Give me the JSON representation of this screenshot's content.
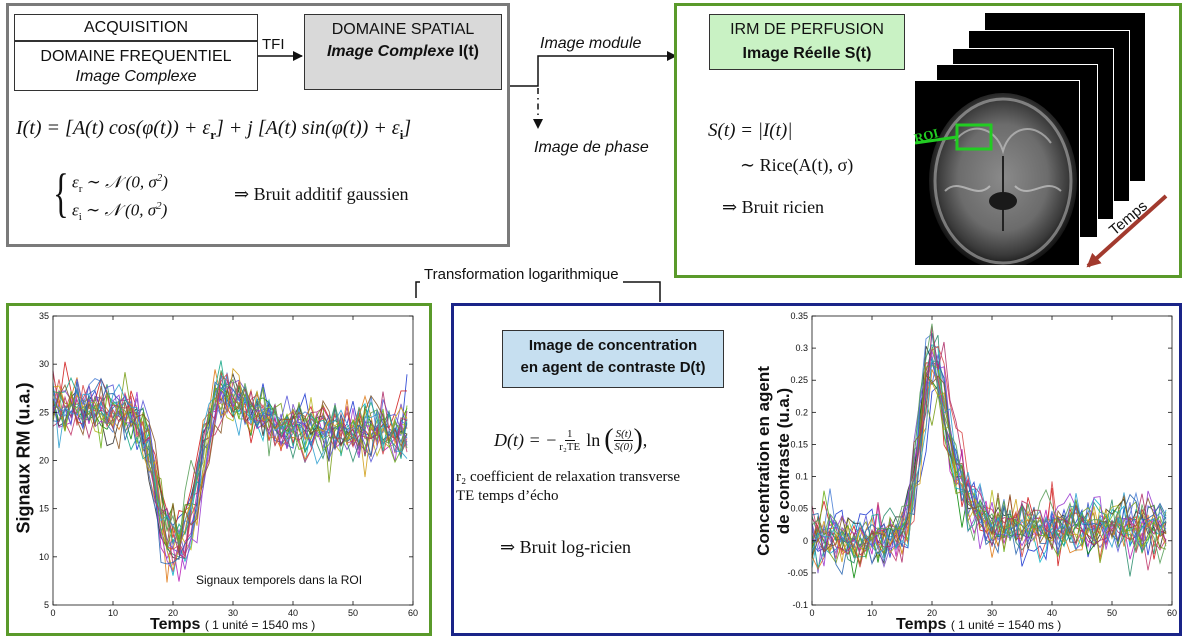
{
  "acquisition": {
    "header": "ACQUISITION",
    "freq_title": "DOMAINE FREQUENTIEL",
    "freq_subtitle": "Image Complexe",
    "tfi_label": "TFI",
    "spatial_title": "DOMAINE SPATIAL",
    "spatial_subtitle": "Image Complexe",
    "spatial_symbol": "I(t)",
    "equation_left": "I(t) = [A(t) cos(φ(t)) + ε",
    "equation_sub_r": "r",
    "equation_mid": "] + j [A(t) sin(φ(t)) + ε",
    "equation_sub_i": "i",
    "equation_end": "]",
    "noise_r": "ε",
    "noise_r_sub": "r",
    "noise_r_dist": "∼ 𝒩 (0, σ",
    "noise_i": "ε",
    "noise_i_sub": "i",
    "noise_i_dist": "∼ 𝒩 (0, σ",
    "noise_close": ")",
    "sup2": "2",
    "noise_conclusion": "⇒ Bruit additif gaussien"
  },
  "arrows": {
    "image_module": "Image module",
    "image_phase": "Image de phase",
    "log_transform": "Transformation logarithmique"
  },
  "perfusion": {
    "title": "IRM DE PERFUSION",
    "subtitle": "Image Réelle S(t)",
    "eq_line1": "S(t) = |I(t)|",
    "eq_line2": "∼ Rice(A(t), σ)",
    "conclusion": "⇒ Bruit ricien",
    "roi_label": "ROI",
    "temps_label": "Temps"
  },
  "signal_plot": {
    "ylabel": "Signaux RM (u.a.)",
    "xlabel": "Temps",
    "xlabel_unit": "( 1 unité = 1540 ms )",
    "annotation": "Signaux temporels dans la ROI"
  },
  "concentration": {
    "title_line1": "Image de concentration",
    "title_line2": "en agent de contraste D(t)",
    "eq_lhs": "D(t) = −",
    "eq_frac_num": "1",
    "eq_frac_den": "r₂TE",
    "eq_ln": "ln",
    "eq_inner_num": "S(t)",
    "eq_inner_den": "S(0)",
    "eq_tail": ",",
    "note1": "r₂ coefficient de relaxation transverse",
    "note2": "TE temps d’écho",
    "conclusion": "⇒ Bruit log-ricien"
  },
  "conc_plot": {
    "ylabel_line1": "Concentration en agent",
    "ylabel_line2": "de contraste (u.a.)",
    "xlabel": "Temps",
    "xlabel_unit": "( 1 unité = 1540 ms )"
  },
  "colors": {
    "gray_border": "#7a7a7a",
    "green_border": "#5a9a2a",
    "navy_border": "#1a2488",
    "green_fill": "#c9f2c4",
    "blue_fill": "#c6dff0",
    "gray_fill": "#d9d9d9",
    "roi_green": "#22cc22",
    "temps_arrow": "#a23a2e"
  },
  "chart_data": [
    {
      "type": "line",
      "title": "",
      "xlabel": "Temps ( 1 unité = 1540 ms )",
      "ylabel": "Signaux RM (u.a.)",
      "xlim": [
        0,
        60
      ],
      "ylim": [
        5,
        35
      ],
      "xticks": [
        0,
        10,
        20,
        30,
        40,
        50,
        60
      ],
      "yticks": [
        5,
        10,
        15,
        20,
        25,
        30,
        35
      ],
      "grid": false,
      "annotation": "Signaux temporels dans la ROI",
      "series_count": 24,
      "mean_curve": {
        "x": [
          0,
          5,
          10,
          13,
          15,
          17,
          19,
          21,
          23,
          25,
          27,
          28,
          30,
          33,
          36,
          40,
          45,
          50,
          55,
          59
        ],
        "y": [
          25.5,
          25.5,
          25.3,
          25.0,
          23.5,
          18.0,
          11.5,
          11.0,
          14.5,
          20.5,
          26.0,
          27.5,
          26.5,
          25.0,
          24.0,
          23.5,
          23.2,
          23.0,
          23.0,
          23.0
        ]
      }
    },
    {
      "type": "line",
      "title": "",
      "xlabel": "Temps ( 1 unité = 1540 ms )",
      "ylabel": "Concentration en agent de contraste (u.a.)",
      "xlim": [
        0,
        60
      ],
      "ylim": [
        -0.1,
        0.35
      ],
      "xticks": [
        0,
        10,
        20,
        30,
        40,
        50,
        60
      ],
      "yticks": [
        -0.1,
        -0.05,
        0,
        0.05,
        0.1,
        0.15,
        0.2,
        0.25,
        0.3,
        0.35
      ],
      "grid": false,
      "series_count": 24,
      "mean_curve": {
        "x": [
          0,
          5,
          10,
          14,
          16,
          18,
          19,
          20,
          21,
          22,
          24,
          26,
          28,
          30,
          35,
          40,
          45,
          50,
          55,
          59
        ],
        "y": [
          0.0,
          0.0,
          0.0,
          0.0,
          0.03,
          0.15,
          0.25,
          0.28,
          0.27,
          0.22,
          0.12,
          0.06,
          0.04,
          0.02,
          0.02,
          0.02,
          0.02,
          0.02,
          0.02,
          0.02
        ]
      }
    }
  ]
}
